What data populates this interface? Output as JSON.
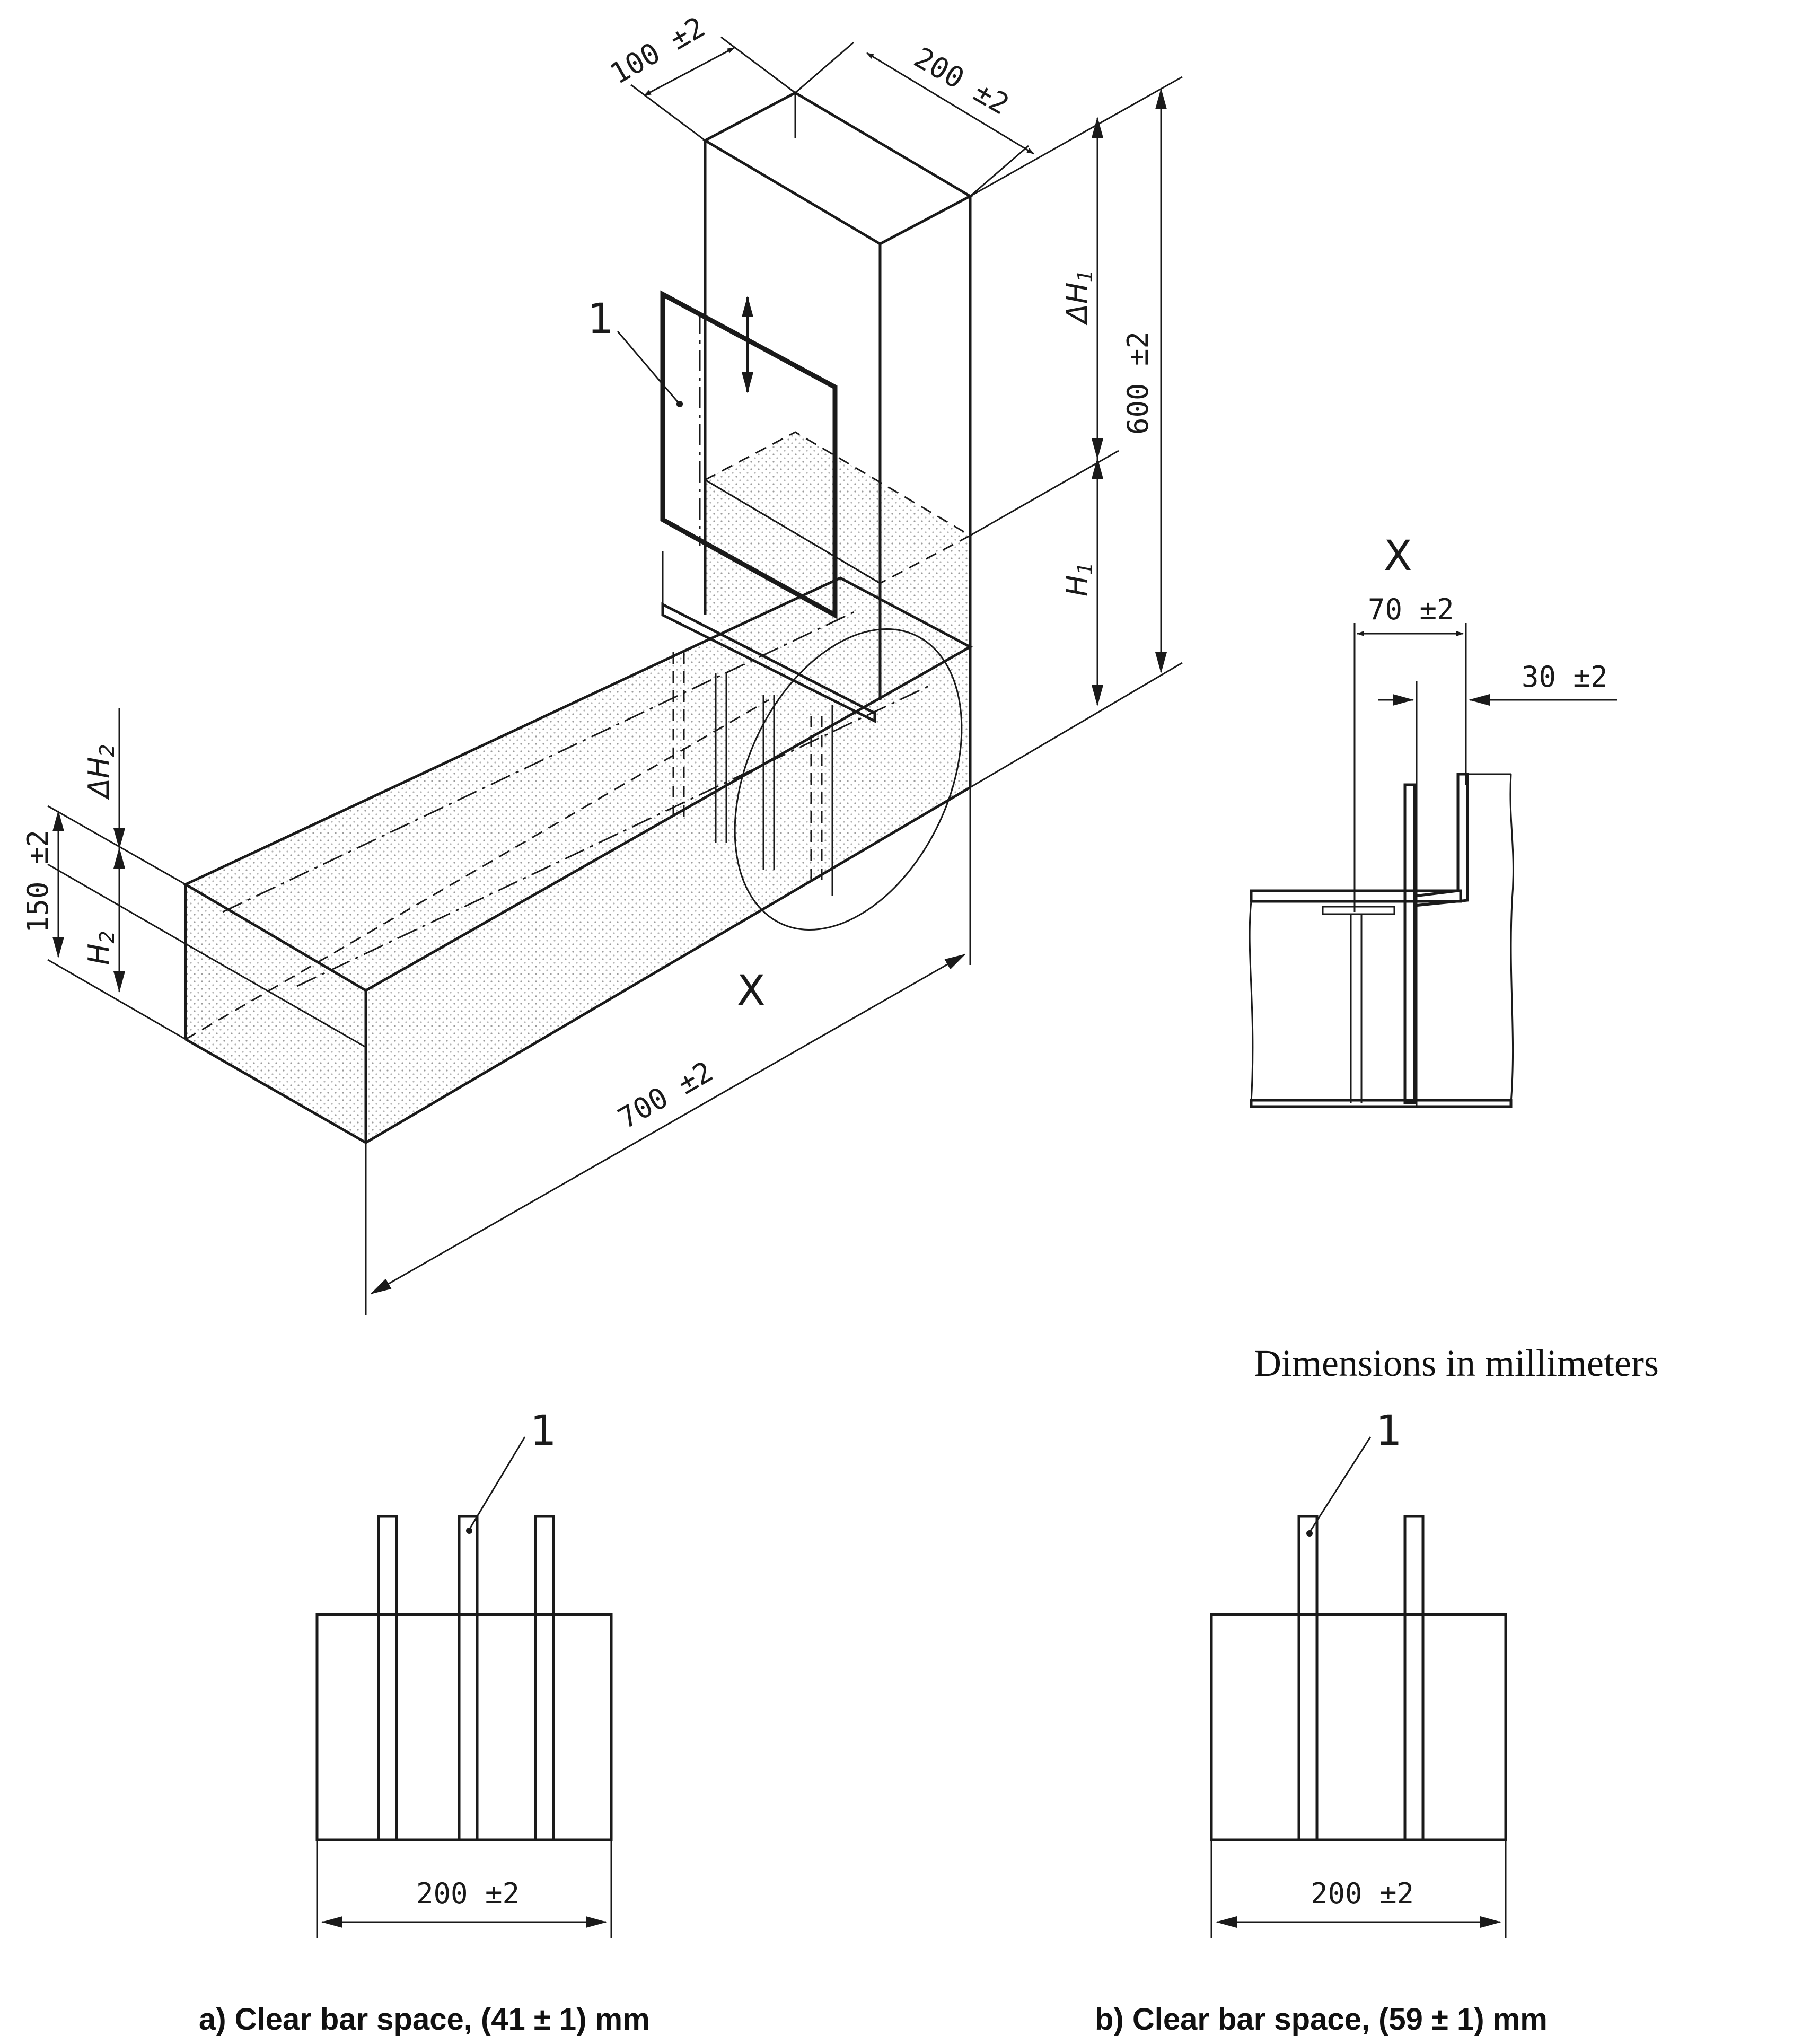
{
  "dimensions_note": "Dimensions in millimeters",
  "main_view": {
    "dim_width_top": "100 ±2",
    "dim_depth_top": "200 ±2",
    "dim_total_height": "600 ±2",
    "dim_delta_h1": "ΔH",
    "dim_h1": "H",
    "sub_1": "1",
    "dim_base_height": "150 ±2",
    "dim_delta_h2": "ΔH",
    "dim_h2": "H",
    "sub_2": "2",
    "dim_length": "700 ±2",
    "label_plate": "1",
    "label_detail": "X"
  },
  "detail_view": {
    "title": "X",
    "dim_70": "70 ±2",
    "dim_30": "30 ±2"
  },
  "view_a": {
    "label_bar": "1",
    "dim_width": "200 ±2",
    "caption": "a) Clear bar space, (41 ± 1) mm"
  },
  "view_b": {
    "label_bar": "1",
    "dim_width": "200 ±2",
    "caption": "b) Clear bar space, (59 ± 1) mm"
  }
}
